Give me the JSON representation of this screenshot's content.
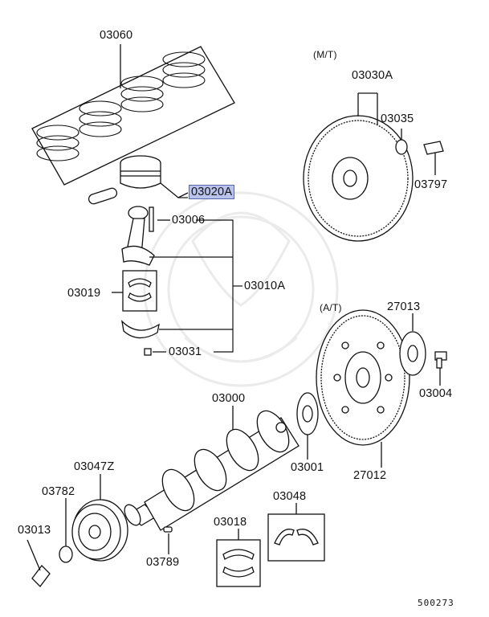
{
  "labels": {
    "p03060": "03060",
    "p03020a": "03020A",
    "p03006": "03006",
    "p03019": "03019",
    "p03010a": "03010A",
    "p03031": "03031",
    "p03000": "03000",
    "p03047z": "03047Z",
    "p03782": "03782",
    "p03013": "03013",
    "p03789": "03789",
    "p03018": "03018",
    "p03048": "03048",
    "p03001": "03001",
    "p27012": "27012",
    "p27013": "27013",
    "p03004": "03004",
    "p03030a": "03030A",
    "p03035": "03035",
    "p03797": "03797",
    "mt": "(M/T)",
    "at": "(A/T)",
    "diagram_no": "500273"
  },
  "highlight_color": "#b9c3ec"
}
